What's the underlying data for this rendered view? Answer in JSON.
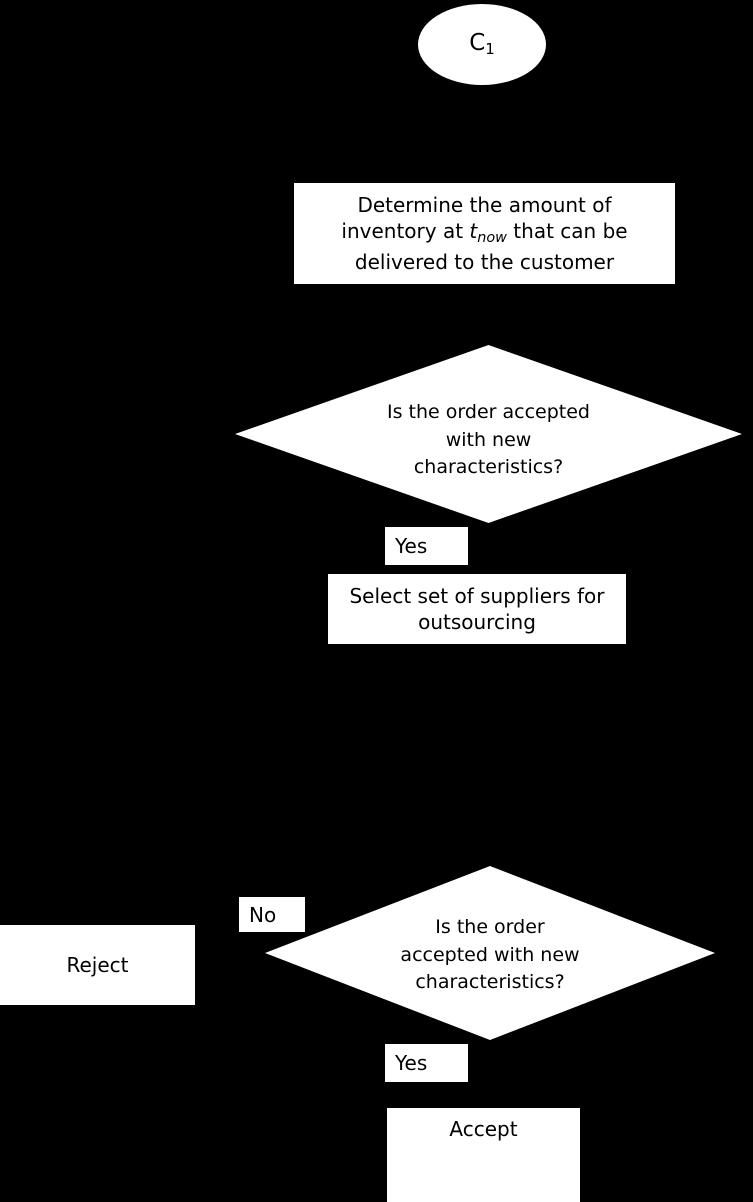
{
  "diagram": {
    "type": "flowchart",
    "title": "",
    "background_color": "#000000",
    "shape_fill_color": "#ffffff",
    "text_color": "#000000",
    "nodes": {
      "start_terminator": {
        "shape": "ellipse",
        "label": "C",
        "subscript": "1"
      },
      "determine_inventory": {
        "shape": "process",
        "line1": "Determine the amount of",
        "line2_pre": "inventory at ",
        "line2_var": "t",
        "line2_var_sub": "now",
        "line2_post": " that can be",
        "line3": "delivered to the customer"
      },
      "decision_top": {
        "shape": "decision",
        "line1": "Is the order accepted",
        "line2": "with new",
        "line3": "characteristics?"
      },
      "select_suppliers": {
        "shape": "process",
        "line1": "Select set of suppliers for",
        "line2": "outsourcing"
      },
      "decision_bottom": {
        "shape": "decision",
        "line1": "Is the order",
        "line2": "accepted with new",
        "line3": "characteristics?"
      },
      "reject": {
        "shape": "process",
        "label": "Reject"
      },
      "accept": {
        "shape": "process",
        "label": "Accept"
      }
    },
    "edge_labels": {
      "yes_top": "Yes",
      "no_bottom": "No",
      "yes_bottom": "Yes"
    }
  }
}
